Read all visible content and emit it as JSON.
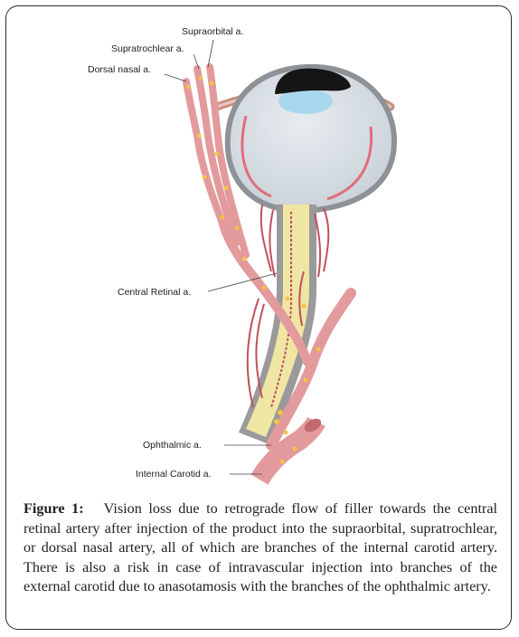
{
  "labels": {
    "supraorbital": "Supraorbital a.",
    "supratrochlear": "Supratrochlear a.",
    "dorsal_nasal": "Dorsal nasal a.",
    "central_retinal": "Central Retinal a.",
    "ophthalmic": "Ophthalmic a.",
    "internal_carotid": "Internal Carotid a."
  },
  "caption": {
    "figure_label": "Figure 1:",
    "text": "Vision loss due to retrograde flow of filler towards the central retinal artery after injection of the product into the supraorbital, supratrochlear, or dorsal nasal artery, all of which are branches of the internal carotid artery. There is also a risk in case of intravascular injection into branches of the external carotid due to anasotamosis with the branches of the ophthalmic artery."
  },
  "colors": {
    "artery": "#e39a9c",
    "artery_dark": "#c0505b",
    "eyeball": "#d6dde3",
    "sclera_outline": "#8e9296",
    "optic_nerve": "#efe6a3",
    "filler_dots": "#f4c542",
    "cornea": "#a9d8ee",
    "pupil": "#151515",
    "muscle": "#c98f7e"
  }
}
